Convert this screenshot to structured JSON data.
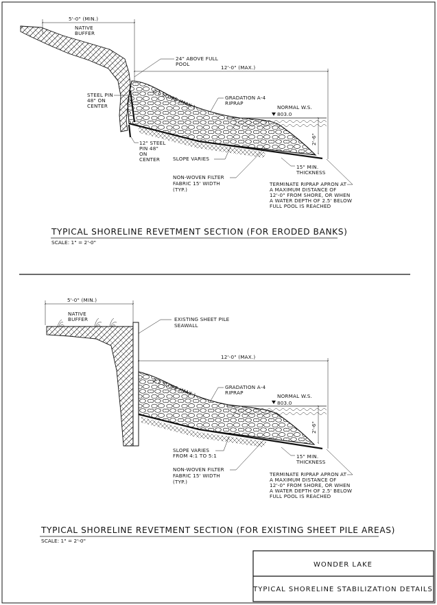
{
  "section1": {
    "dim_buffer": "5'-0\" (MIN.)",
    "native_buffer": [
      "NATIVE",
      "BUFFER"
    ],
    "above_pool": [
      "24\" ABOVE FULL",
      "POOL"
    ],
    "dim_apron": "12'-0\" (MAX.)",
    "steel_pin": [
      "STEEL PIN",
      "48\" ON",
      "CENTER"
    ],
    "slope": "2:1 SLOPE (MAX.)",
    "gradation": [
      "GRADATION A-4",
      "RIPRAP"
    ],
    "normal_ws": [
      "NORMAL W.S.",
      "803.0"
    ],
    "depth_dim": "2'-6\"",
    "steel_pin_12": [
      "12\" STEEL",
      "PIN 48\"",
      "ON",
      "CENTER"
    ],
    "slope_varies": [
      "SLOPE VARIES"
    ],
    "min_thickness": [
      "15\" MIN.",
      "THICKNESS"
    ],
    "filter": [
      "NON-WOVEN FILTER",
      "FABRIC 15' WIDTH",
      "(TYP.)"
    ],
    "terminate": [
      "TERMINATE RIPRAP APRON AT",
      "A MAXIMUM DISTANCE OF",
      "12'-0\" FROM SHORE, OR WHEN",
      "A WATER DEPTH OF 2.5' BELOW",
      "FULL POOL IS REACHED"
    ],
    "title": "TYPICAL SHORELINE REVETMENT SECTION (FOR ERODED BANKS)",
    "scale": "SCALE: 1\" = 2'-0\""
  },
  "section2": {
    "dim_buffer": "5'-0\" (MIN.)",
    "native_buffer": [
      "NATIVE",
      "BUFFER"
    ],
    "sheet_pile": [
      "EXISTING SHEET PILE",
      "SEAWALL"
    ],
    "dim_apron": "12'-0\" (MAX.)",
    "slope": "2:1 SLOPE (MAX.)",
    "gradation": [
      "GRADATION A-4",
      "RIPRAP"
    ],
    "normal_ws": [
      "NORMAL W.S.",
      "803.0"
    ],
    "depth_dim": "2'-6\"",
    "slope_varies": [
      "SLOPE VARIES",
      "FROM 4:1 TO 5:1"
    ],
    "min_thickness": [
      "15\" MIN.",
      "THICKNESS"
    ],
    "filter": [
      "NON-WOVEN FILTER",
      "FABRIC 15' WIDTH",
      "(TYP.)"
    ],
    "terminate": [
      "TERMINATE RIPRAP APRON AT",
      "A MAXIMUM DISTANCE OF",
      "12'-0\" FROM SHORE, OR WHEN",
      "A WATER DEPTH OF 2.5' BELOW",
      "FULL POOL IS REACHED"
    ],
    "title": "TYPICAL SHORELINE REVETMENT SECTION (FOR EXISTING SHEET PILE AREAS)",
    "scale": "SCALE: 1\" = 2'-0\""
  },
  "title_block": {
    "project": "WONDER LAKE",
    "sheet_title": "TYPICAL SHORELINE STABILIZATION DETAILS"
  }
}
